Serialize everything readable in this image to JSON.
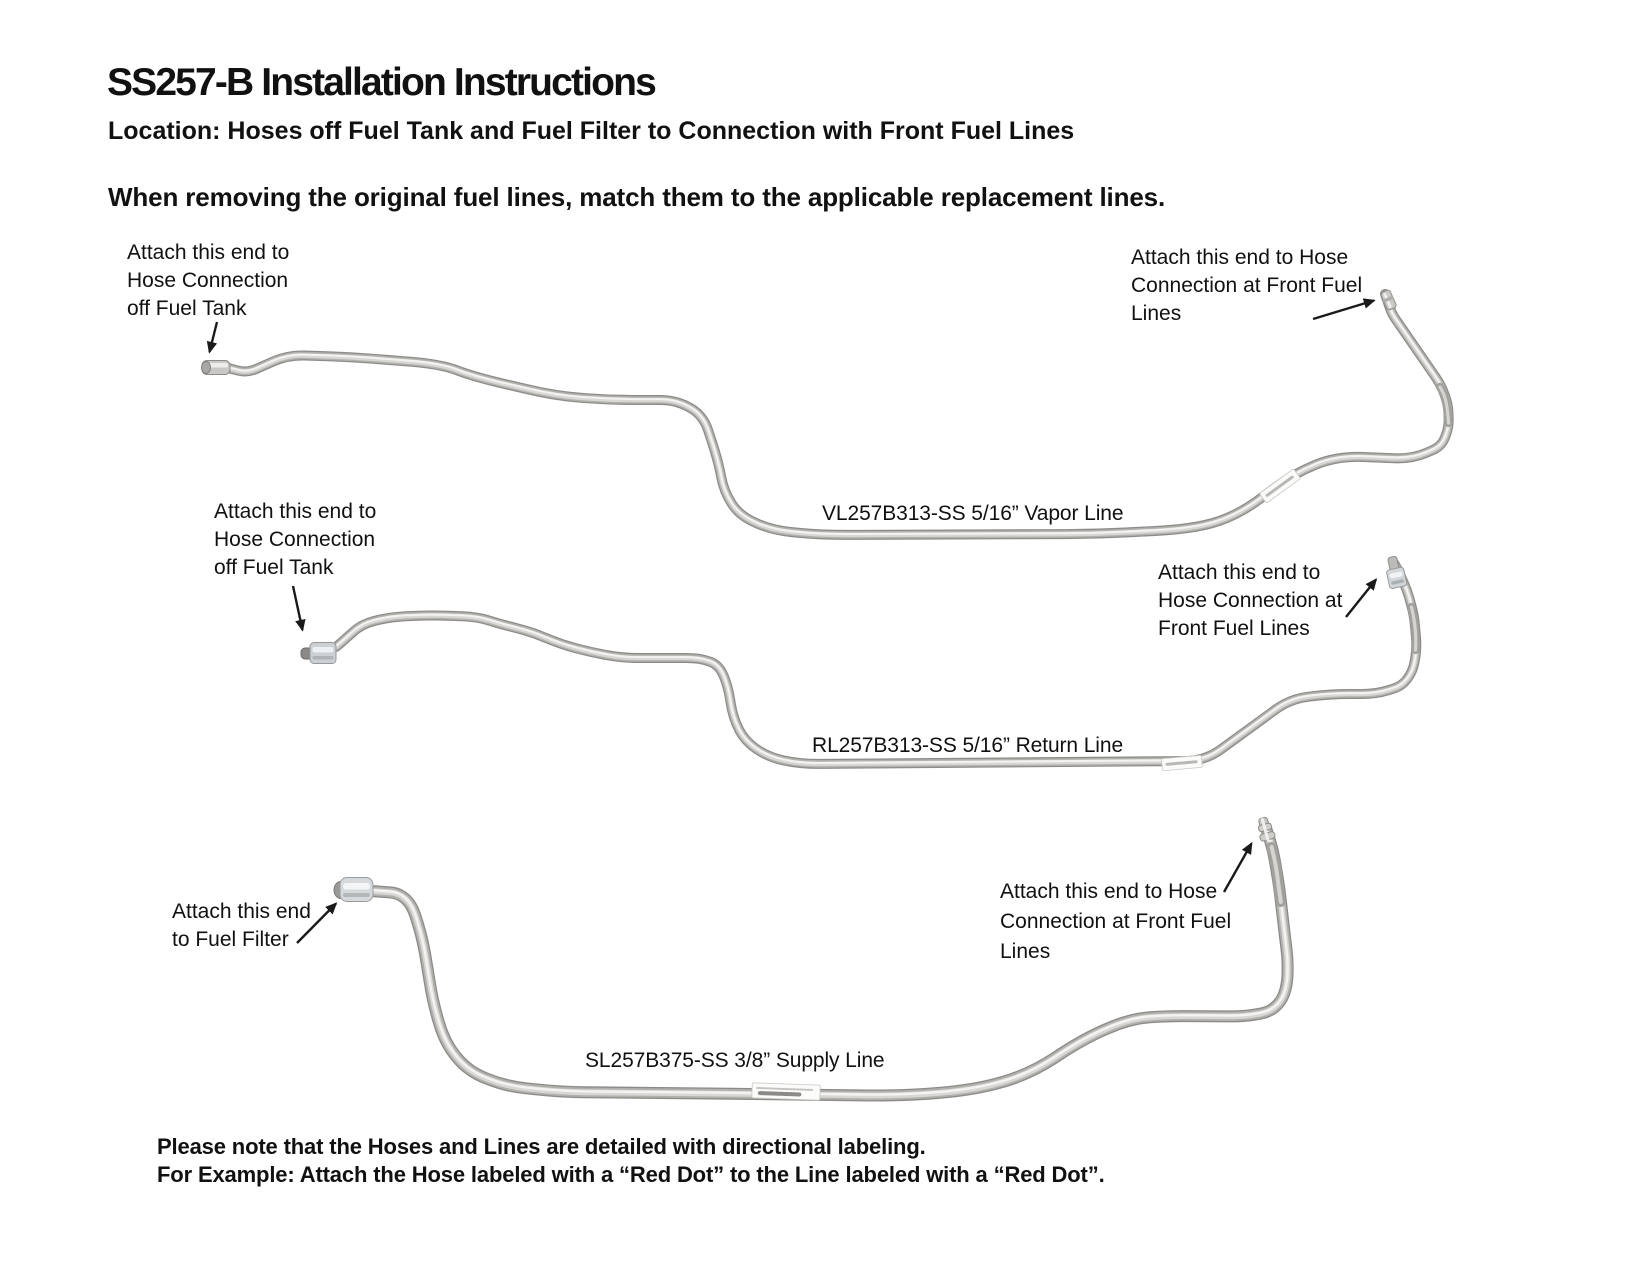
{
  "page": {
    "title": "SS257-B Installation Instructions",
    "location_line": "Location: Hoses off Fuel Tank and Fuel Filter to Connection with Front Fuel Lines",
    "intro_line": "When removing the original fuel lines, match them to the applicable replacement lines.",
    "note_line1": "Please note that the Hoses and Lines are detailed with directional labeling.",
    "note_line2": "For Example: Attach the Hose labeled with a “Red Dot” to the Line labeled with a “Red Dot”."
  },
  "diagram": {
    "lines": [
      {
        "id": "vapor-line",
        "part_label": "VL257B313-SS 5/16” Vapor Line",
        "left_callout": "Attach this end to\nHose Connection\noff Fuel Tank",
        "right_callout": "Attach this end to Hose\nConnection at Front Fuel\nLines"
      },
      {
        "id": "return-line",
        "part_label": "RL257B313-SS 5/16” Return Line",
        "left_callout": "Attach this end to\nHose Connection\noff Fuel Tank",
        "right_callout": "Attach this end to\nHose Connection at\nFront Fuel Lines"
      },
      {
        "id": "supply-line",
        "part_label": "SL257B375-SS 3/8” Supply Line",
        "left_callout": "Attach this end\nto Fuel Filter",
        "right_callout": "Attach this end to Hose\nConnection at Front Fuel\nLines"
      }
    ]
  },
  "colors": {
    "background": "#ffffff",
    "text": "#111111",
    "tube_edge": "#8e8c89",
    "tube_mid": "#b5b3b0",
    "tube_light": "#d8d7d4",
    "tube_highlight": "#f2f1ef",
    "arrow": "#1a1a1a"
  }
}
